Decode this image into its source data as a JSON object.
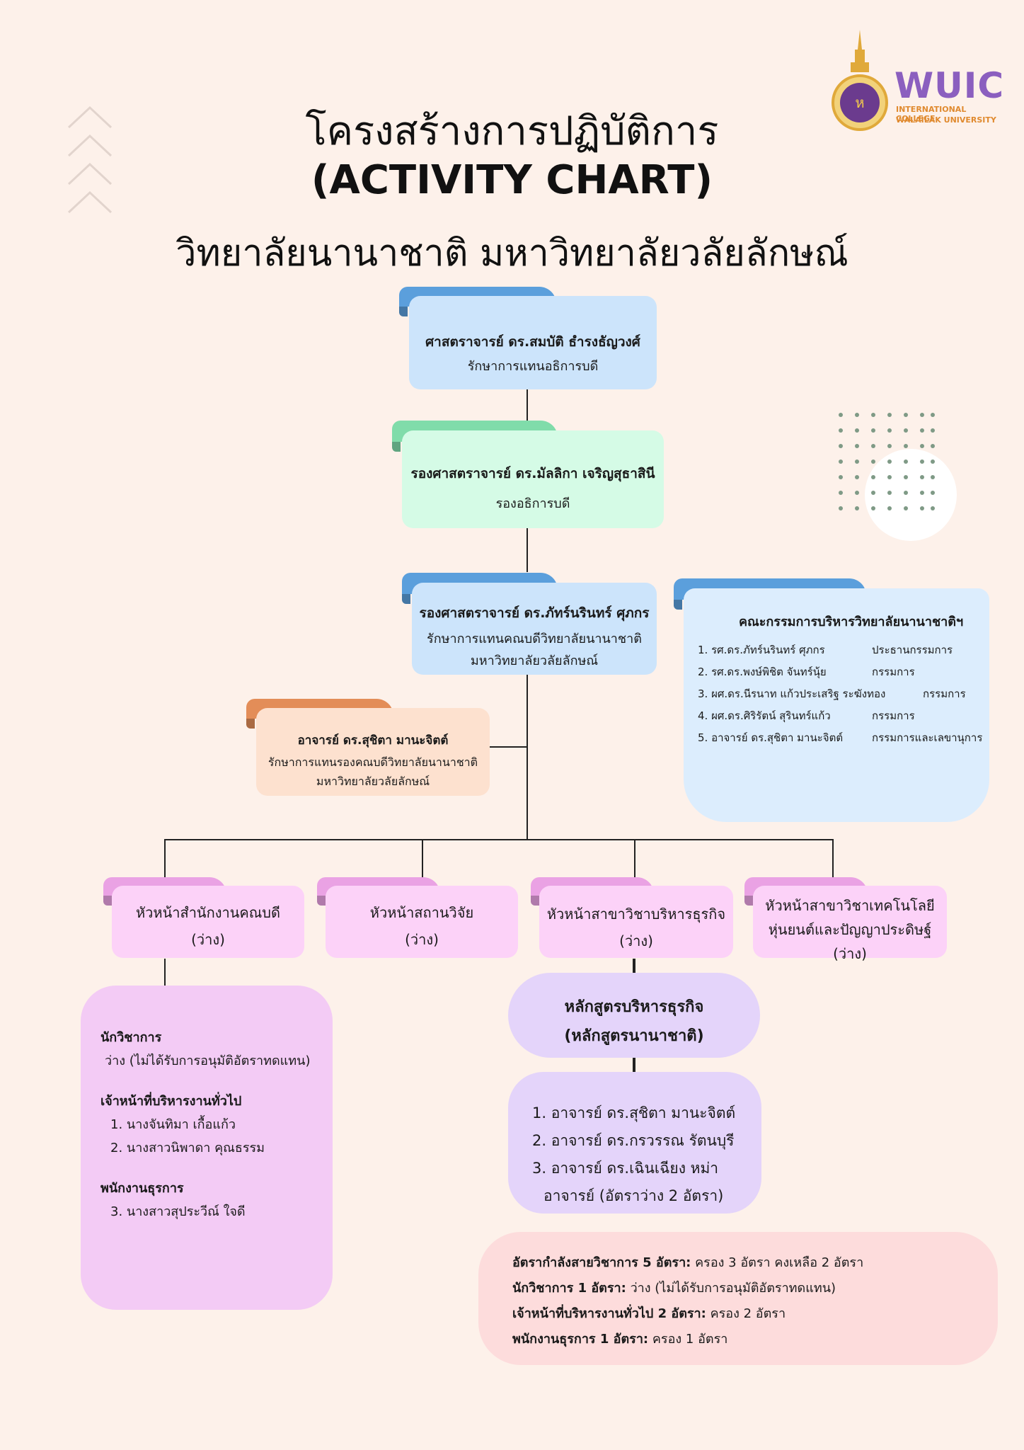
{
  "title": {
    "line1": "โครงสร้างการปฏิบัติการ",
    "line2": "(ACTIVITY CHART)",
    "line3": "วิทยาลัยนานาชาติ มหาวิทยาลัยวลัยลักษณ์"
  },
  "logo": {
    "name": "WUIC",
    "line1": "INTERNATIONAL COLLEGE",
    "line2": "WALAILAK UNIVERSITY"
  },
  "top": {
    "name": "ศาสตราจารย์ ดร.สมบัติ ธำรงธัญวงศ์",
    "role": "รักษาการแทนอธิการบดี"
  },
  "vp": {
    "name": "รองศาสตราจารย์ ดร.มัลลิกา เจริญสุธาสินี",
    "role": "รองอธิการบดี"
  },
  "dean": {
    "name": "รองศาสตราจารย์ ดร.ภัทร์นรินทร์ ศุภกร",
    "role1": "รักษาการแทนคณบดีวิทยาลัยนานาชาติ",
    "role2": "มหาวิทยาลัยวลัยลักษณ์"
  },
  "committee": {
    "title": "คณะกรรมการบริหารวิทยาลัยนานาชาติฯ",
    "members": [
      {
        "name": "1. รศ.ดร.ภัทร์นรินทร์ ศุภกร",
        "role": "ประธานกรรมการ"
      },
      {
        "name": "2. รศ.ดร.พงษ์พิชิต จันทร์นุ้ย",
        "role": "กรรมการ"
      },
      {
        "name": "3. ผศ.ดร.นีรนาท แก้วประเสริฐ ระฆังทอง",
        "role": "กรรมการ"
      },
      {
        "name": "4. ผศ.ดร.ศิริรัตน์  สุรินทร์แก้ว",
        "role": "กรรมการ"
      },
      {
        "name": "5. อาจารย์ ดร.สุชิตา มานะจิตต์",
        "role": "กรรมการและเลขานุการ"
      }
    ]
  },
  "assistant": {
    "name": "อาจารย์ ดร.สุชิตา มานะจิตต์",
    "role1": "รักษาการแทนรองคณบดีวิทยาลัยนานาชาติ",
    "role2": "มหาวิทยาลัยวลัยลักษณ์"
  },
  "heads": [
    {
      "l1": "หัวหน้าสำนักงานคณบดี",
      "l2": "(ว่าง)",
      "l3": ""
    },
    {
      "l1": "หัวหน้าสถานวิจัย",
      "l2": "(ว่าง)",
      "l3": ""
    },
    {
      "l1": "หัวหน้าสาขาวิชาบริหารธุรกิจ",
      "l2": "(ว่าง)",
      "l3": ""
    },
    {
      "l1": "หัวหน้าสาขาวิชาเทคโนโลยี",
      "l2": "หุ่นยนต์และปัญญาประดิษฐ์",
      "l3": "(ว่าง)"
    }
  ],
  "office": {
    "academic_title": "นักวิชาการ",
    "academic_value": "ว่าง (ไม่ได้รับการอนุมัติอัตราทดแทน)",
    "admin_title": "เจ้าหน้าที่บริหารงานทั่วไป",
    "admin_1": "1. นางจันทิมา เกื้อแก้ว",
    "admin_2": "2. นางสาวนิพาดา คุณธรรม",
    "clerk_title": "พนักงานธุรการ",
    "clerk_1": "3. นางสาวสุประวีณ์ ใจดี"
  },
  "program": {
    "l1": "หลักสูตรบริหารธุรกิจ",
    "l2": "(หลักสูตรนานาชาติ)"
  },
  "faculty": {
    "f1": "1. อาจารย์ ดร.สุชิตา มานะจิตต์",
    "f2": "2. อาจารย์ ดร.กรวรรณ รัตนบุรี",
    "f3": "3. อาจารย์ ดร.เฉินเฉียง หม่า",
    "f4": "อาจารย์ (อัตราว่าง 2 อัตรา)"
  },
  "summary": [
    {
      "bold": "อัตรากำลังสายวิชาการ 5 อัตรา:",
      "rest": " ครอง 3 อัตรา คงเหลือ 2 อัตรา"
    },
    {
      "bold": "นักวิชาการ 1 อัตรา:",
      "rest": "  ว่าง (ไม่ได้รับการอนุมัติอัตราทดแทน)"
    },
    {
      "bold": "เจ้าหน้าที่บริหารงานทั่วไป 2 อัตรา:",
      "rest": " ครอง 2 อัตรา"
    },
    {
      "bold": "พนักงานธุรการ 1 อัตรา:",
      "rest": " ครอง 1 อัตรา"
    }
  ],
  "colors": {
    "blue_card": "#cce4fb",
    "blue_tab": "#5b9fdc",
    "green_card": "#d5fbe6",
    "green_tab": "#80dcaa",
    "orange_card": "#fde1cf",
    "orange_tab": "#e38d58",
    "pink_card": "#fcd2f8",
    "pink_tab": "#eaa2e4",
    "lavender": "#e4d4fa",
    "office_box": "#f3cbf5",
    "summary_box": "#fddcdc",
    "committee_box": "#dcedfd"
  }
}
